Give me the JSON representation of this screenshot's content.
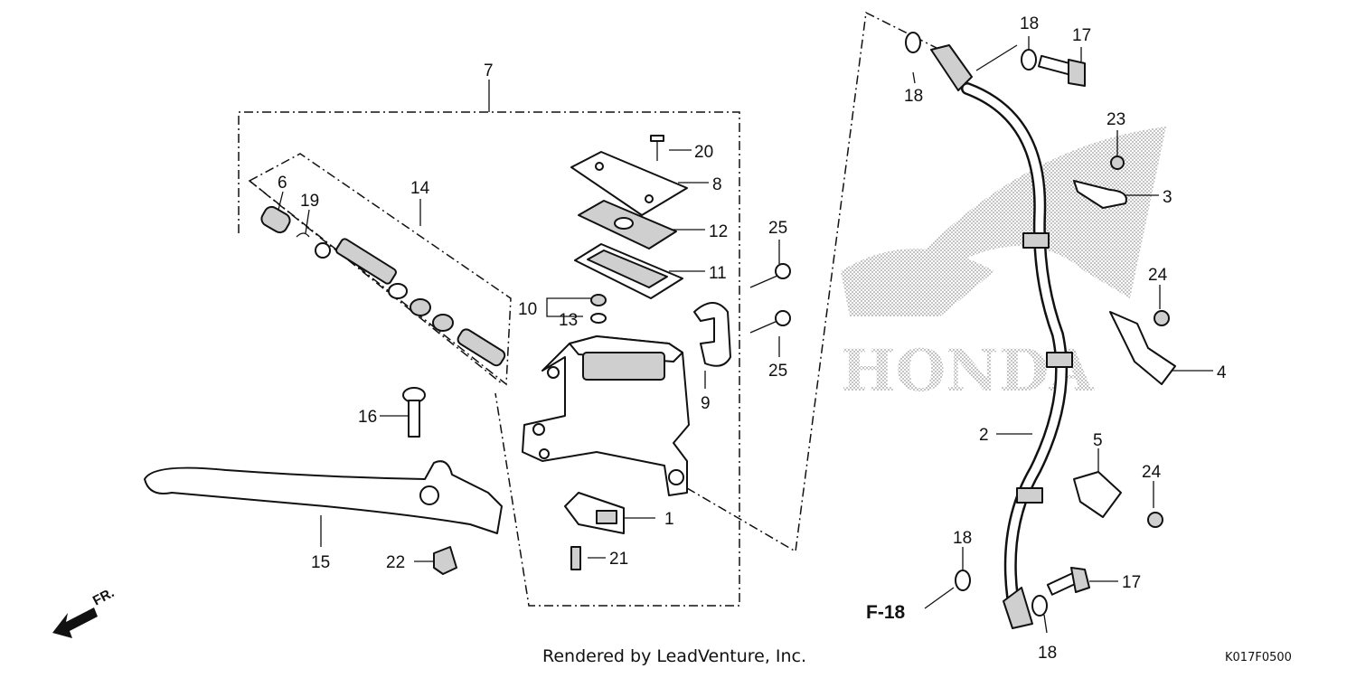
{
  "callouts": {
    "c1": "1",
    "c2": "2",
    "c3": "3",
    "c4": "4",
    "c5": "5",
    "c6": "6",
    "c7": "7",
    "c8": "8",
    "c9": "9",
    "c10": "10",
    "c11": "11",
    "c12": "12",
    "c13": "13",
    "c14": "14",
    "c15": "15",
    "c16": "16",
    "c17a": "17",
    "c17b": "17",
    "c18a": "18",
    "c18b": "18",
    "c18c": "18",
    "c18d": "18",
    "c19": "19",
    "c20": "20",
    "c21": "21",
    "c22": "22",
    "c23": "23",
    "c24a": "24",
    "c24b": "24",
    "c25a": "25",
    "c25b": "25"
  },
  "reference": "F-18",
  "direction": "FR.",
  "credit": "Rendered by LeadVenture, Inc.",
  "diagram_code": "K017F0500",
  "watermark": "HONDA",
  "colors": {
    "ink": "#111111",
    "watermark": "#9a9a9a"
  }
}
